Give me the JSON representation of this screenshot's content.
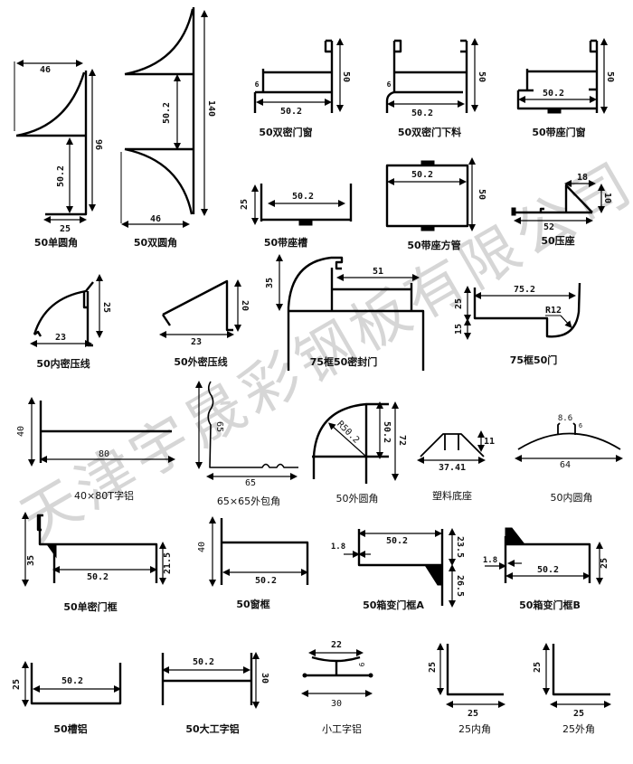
{
  "watermark": "天津宇晟彩钢板有限公司",
  "profiles": [
    {
      "caption": "50单圆角",
      "dims": [
        "46",
        "96",
        "50.2",
        "25"
      ]
    },
    {
      "caption": "50双圆角",
      "dims": [
        "50.2",
        "140",
        "46"
      ]
    },
    {
      "caption": "50双密门窗",
      "dims": [
        "50.2",
        "50",
        "6"
      ]
    },
    {
      "caption": "50双密门下料",
      "dims": [
        "50.2",
        "50",
        "6"
      ]
    },
    {
      "caption": "50带座门窗",
      "dims": [
        "50.2",
        "50"
      ]
    },
    {
      "caption": "50带座槽",
      "dims": [
        "50.2",
        "25"
      ]
    },
    {
      "caption": "50带座方管",
      "dims": [
        "50.2",
        "50"
      ]
    },
    {
      "caption": "50压座",
      "dims": [
        "18",
        "10",
        "52"
      ]
    },
    {
      "caption": "50内密压线",
      "dims": [
        "25",
        "23"
      ]
    },
    {
      "caption": "50外密压线",
      "dims": [
        "20",
        "23"
      ]
    },
    {
      "caption": "75框50密封门",
      "dims": [
        "51",
        "35"
      ]
    },
    {
      "caption": "75框50门",
      "dims": [
        "75.2",
        "R12",
        "25",
        "15"
      ]
    },
    {
      "caption": "40×80T字铝",
      "dims": [
        "40",
        "80"
      ]
    },
    {
      "caption": "65×65外包角",
      "dims": [
        "65",
        "65"
      ]
    },
    {
      "caption": "50外圆角",
      "dims": [
        "R50.2",
        "50.2",
        "72"
      ]
    },
    {
      "caption": "塑料底座",
      "dims": [
        "11",
        "37.41"
      ]
    },
    {
      "caption": "50内圆角",
      "dims": [
        "8.6",
        "6",
        "64"
      ]
    },
    {
      "caption": "50单密门框",
      "dims": [
        "35",
        "21.5",
        "50.2"
      ]
    },
    {
      "caption": "50窗框",
      "dims": [
        "40",
        "50.2"
      ]
    },
    {
      "caption": "50箱变门框A",
      "dims": [
        "50.2",
        "1.8",
        "23.5",
        "26.5"
      ]
    },
    {
      "caption": "50箱变门框B",
      "dims": [
        "50.2",
        "1.8",
        "25"
      ]
    },
    {
      "caption": "50槽铝",
      "dims": [
        "50.2",
        "25"
      ]
    },
    {
      "caption": "50大工字铝",
      "dims": [
        "50.2",
        "30"
      ]
    },
    {
      "caption": "小工字铝",
      "dims": [
        "22",
        "6",
        "30"
      ]
    },
    {
      "caption": "25内角",
      "dims": [
        "25",
        "25"
      ]
    },
    {
      "caption": "25外角",
      "dims": [
        "25",
        "25"
      ]
    }
  ]
}
